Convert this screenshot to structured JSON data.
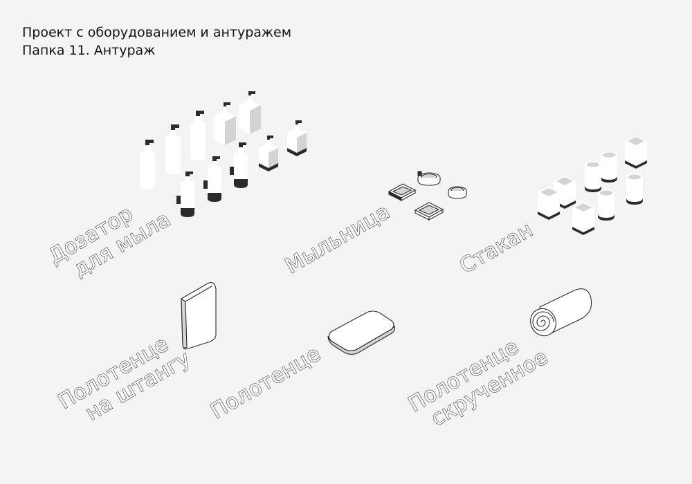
{
  "header": {
    "title_line1": "Проект с оборудованием и антуражем",
    "title_line2": "Папка 11. Антураж"
  },
  "labels": {
    "dispenser_line1": "Дозатор",
    "dispenser_line2": "для мыла",
    "soap_dish": "Мыльница",
    "glass": "Стакан",
    "towel_bar_line1": "Полотенце",
    "towel_bar_line2": "на штангу",
    "towel": "Полотенце",
    "towel_rolled_line1": "Полотенце",
    "towel_rolled_line2": "скрученное"
  }
}
